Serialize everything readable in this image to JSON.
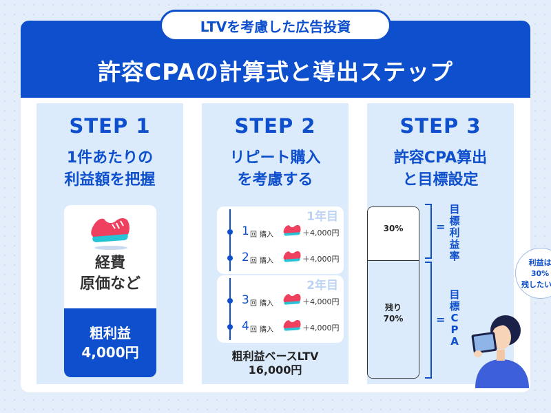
{
  "header": {
    "pill_text": "LTVを考慮した広告投資",
    "title": "許容CPAの計算式と導出ステップ"
  },
  "steps": [
    {
      "label": "STEP 1",
      "desc_line1": "1件あたりの",
      "desc_line2": "利益額を把握",
      "costs_line1": "経費",
      "costs_line2": "原価など",
      "profit_line1": "粗利益",
      "profit_line2": "4,000円"
    },
    {
      "label": "STEP 2",
      "desc_line1": "リピート購入",
      "desc_line2": "を考慮する",
      "years": [
        {
          "label": "1年目",
          "purchases": [
            {
              "num": "1",
              "unit": "回",
              "action": "購入",
              "amount": "＋4,000円"
            },
            {
              "num": "2",
              "unit": "回",
              "action": "購入",
              "amount": "＋4,000円"
            }
          ]
        },
        {
          "label": "2年目",
          "purchases": [
            {
              "num": "3",
              "unit": "回",
              "action": "購入",
              "amount": "＋4,000円"
            },
            {
              "num": "4",
              "unit": "回",
              "action": "購入",
              "amount": "＋4,000円"
            }
          ]
        }
      ],
      "ltv_line1": "粗利益ベースLTV",
      "ltv_line2": "16,000円"
    },
    {
      "label": "STEP 3",
      "desc_line1": "許容CPA算出",
      "desc_line2": "と目標設定",
      "bar_top_label": "30%",
      "bar_bottom_line1": "残り",
      "bar_bottom_line2": "70%",
      "eq_symbol": "=",
      "target_margin": "目標利益率",
      "target_cpa": "目標CPA",
      "bubble_line1": "利益は",
      "bubble_line2": "30%",
      "bubble_line3": "残したい!!"
    }
  ],
  "colors": {
    "brand_blue": "#0d4fcc",
    "panel_bg": "#dcebfb",
    "shoe_red": "#ef4060",
    "shoe_sole": "#27c3d6"
  }
}
